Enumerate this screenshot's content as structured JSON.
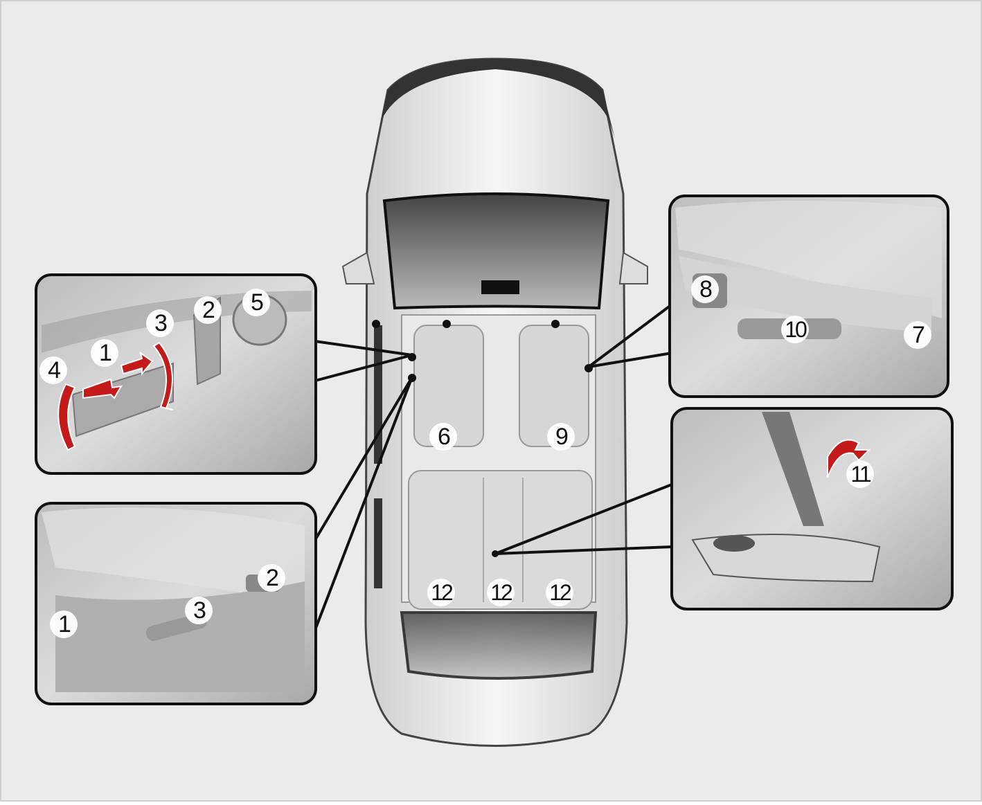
{
  "diagram": {
    "title_hidden": null,
    "colors": {
      "background": "#ebebeb",
      "outline": "#111111",
      "arrow_red": "#c41a1a",
      "panel_fill": "#c9c9c9"
    },
    "driver_seat_controls_panel": {
      "labels": [
        "1",
        "2",
        "3",
        "4",
        "5"
      ]
    },
    "driver_seat_side_panel": {
      "labels": [
        "1",
        "2",
        "3"
      ]
    },
    "passenger_seat_side_panel": {
      "labels": [
        "7",
        "8",
        "10"
      ]
    },
    "rear_armrest_panel": {
      "labels": [
        "11"
      ]
    },
    "car": {
      "front_left_seat": "6",
      "front_right_seat": "9",
      "rear_seats": [
        "12",
        "12",
        "12"
      ]
    }
  }
}
